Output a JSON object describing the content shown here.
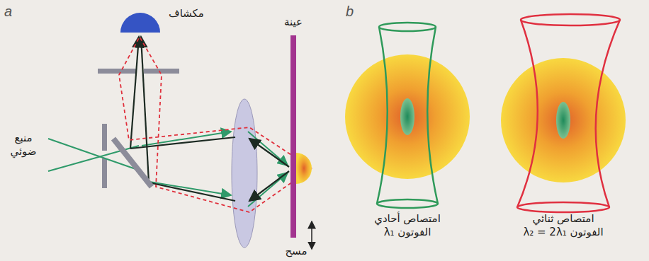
{
  "diagram": {
    "labels": [
      "a",
      "b",
      "مكشاف",
      "عينة",
      "منبع ضوئي",
      "مسح",
      "امتصاص أحادي الفوتون λ₁",
      "امتصاص ثنائي الفوتون λ₂ = 2λ₁"
    ]
  }
}
